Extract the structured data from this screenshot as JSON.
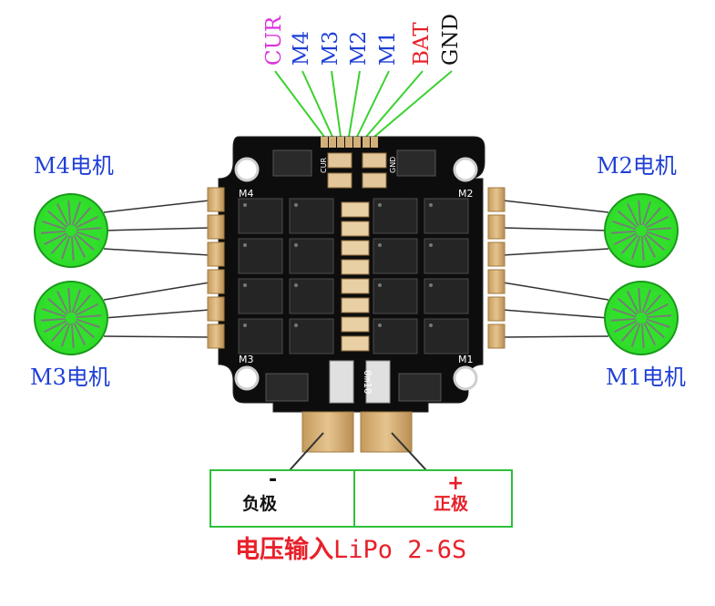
{
  "top_labels": [
    {
      "text": "CUR",
      "color": "#dd33dd"
    },
    {
      "text": "M4",
      "color": "#1f3fd6"
    },
    {
      "text": "M3",
      "color": "#1f3fd6"
    },
    {
      "text": "M2",
      "color": "#1f3fd6"
    },
    {
      "text": "M1",
      "color": "#1f3fd6"
    },
    {
      "text": "BAT",
      "color": "#e8202a"
    },
    {
      "text": "GND",
      "color": "#111111"
    }
  ],
  "motors": {
    "m4": "M4电机",
    "m2": "M2电机",
    "m3": "M3电机",
    "m1": "M1电机"
  },
  "board": {
    "pad_labels": {
      "m4": "M4",
      "m2": "M2",
      "m3": "M3",
      "m1": "M1"
    },
    "header_labels": {
      "cur": "CUR",
      "gnd": "GND"
    },
    "cap_label": "0m10"
  },
  "power": {
    "negative_sign": "-",
    "negative_label": "负极",
    "positive_sign": "+",
    "positive_label": "正极",
    "footer_cn": "电压输入",
    "footer_en": "LiPo 2-6S"
  },
  "colors": {
    "wire_green": "#3cd12f",
    "motor_green": "#2fdc2a",
    "board": "#0d0d0d",
    "pad_gold": "#d3b07a",
    "label_blue": "#1f3fd6",
    "label_red": "#e8202a"
  }
}
